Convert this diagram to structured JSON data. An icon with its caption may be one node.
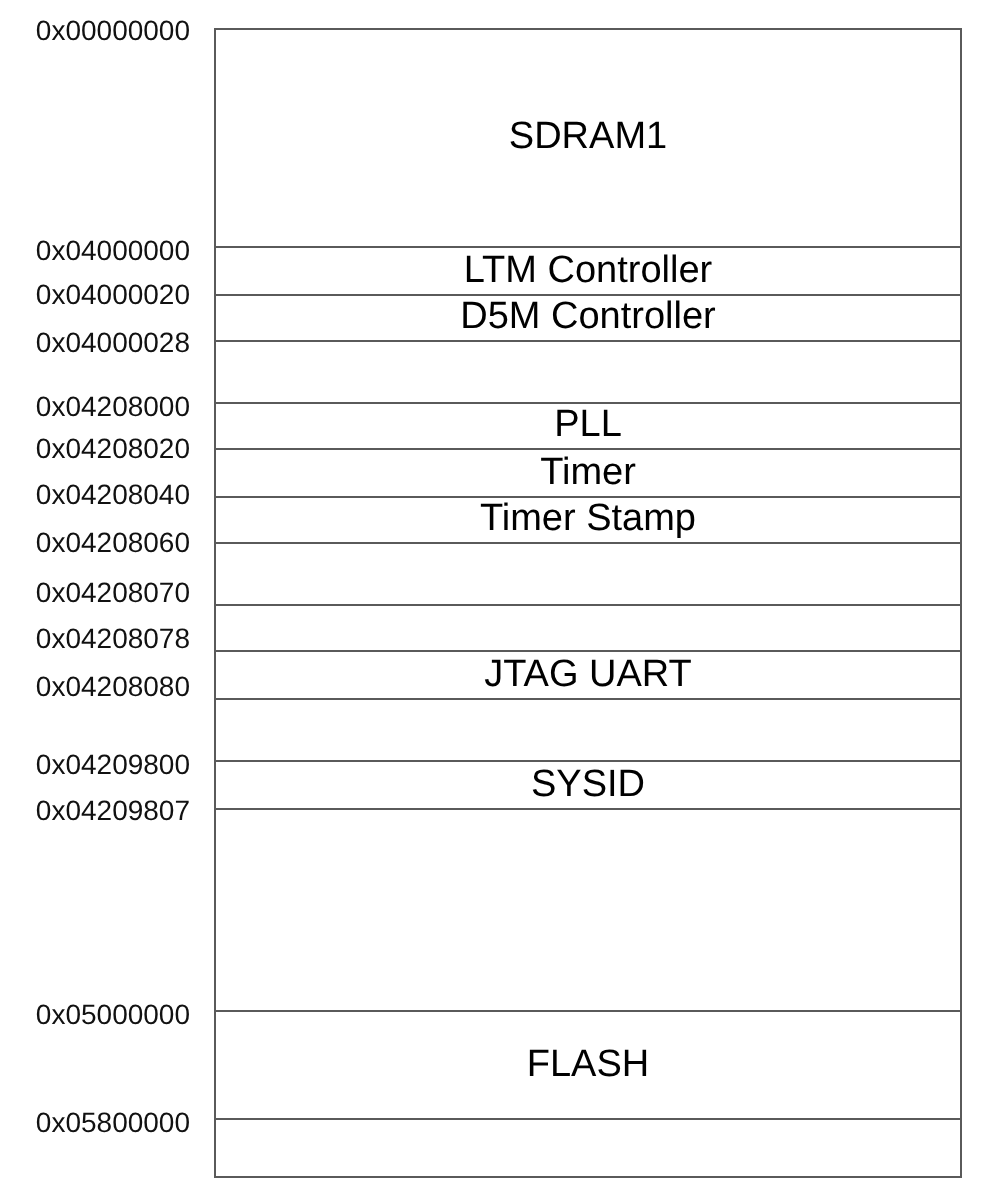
{
  "diagram": {
    "nodes": [
      {
        "text": [
          "SDRAM1"
        ]
      },
      {
        "text": [
          "LTM Controller"
        ]
      },
      {
        "text": [
          "D5M Controller"
        ]
      },
      {
        "text": [],
        "shape": "box"
      },
      {
        "text": [
          "PLL"
        ]
      },
      {
        "text": [
          "Timer"
        ]
      },
      {
        "text": [
          "Timer Stamp"
        ]
      },
      {
        "text": [],
        "shape": "box"
      },
      {
        "text": [],
        "shape": "box"
      },
      {
        "text": [
          "JTAG UART"
        ]
      },
      {
        "text": [],
        "shape": "box"
      },
      {
        "text": [
          "SYSID"
        ]
      },
      {
        "text": [],
        "shape": "box"
      },
      {
        "text": [
          "FLASH"
        ]
      },
      {
        "text": [],
        "shape": "box"
      }
    ],
    "labels": [
      "0x00000000",
      "0x04000000",
      "0x04000020",
      "0x04000028",
      "0x04208000",
      "0x04208020",
      "0x04208040",
      "0x04208060",
      "0x04208070",
      "0x04208078",
      "0x04208080",
      "0x04209800",
      "0x04209807",
      "0x05000000",
      "0x05800000"
    ]
  }
}
